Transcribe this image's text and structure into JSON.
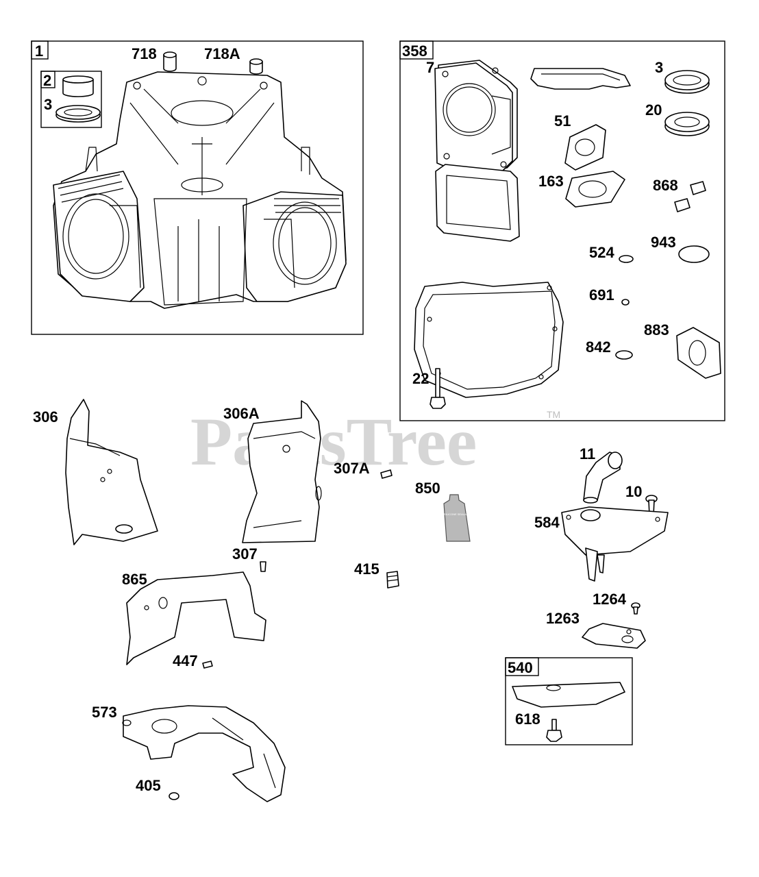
{
  "watermark": {
    "text": "PartsTree",
    "trademark": "TM"
  },
  "groups": {
    "g1": "1",
    "g2": "2",
    "g358": "358",
    "g540": "540"
  },
  "labels": {
    "p718": "718",
    "p718a": "718A",
    "p3a": "3",
    "p7": "7",
    "p3b": "3",
    "p20": "20",
    "p51": "51",
    "p163": "163",
    "p868": "868",
    "p524": "524",
    "p943": "943",
    "p691": "691",
    "p883": "883",
    "p842": "842",
    "p22": "22",
    "p306": "306",
    "p306a": "306A",
    "p307a": "307A",
    "p850": "850",
    "p11": "11",
    "p10": "10",
    "p584": "584",
    "p307": "307",
    "p415": "415",
    "p865": "865",
    "p1264": "1264",
    "p1263": "1263",
    "p447": "447",
    "p618": "618",
    "p573": "573",
    "p405": "405"
  },
  "sealant_tube_text": "SILICONE SEALANT"
}
